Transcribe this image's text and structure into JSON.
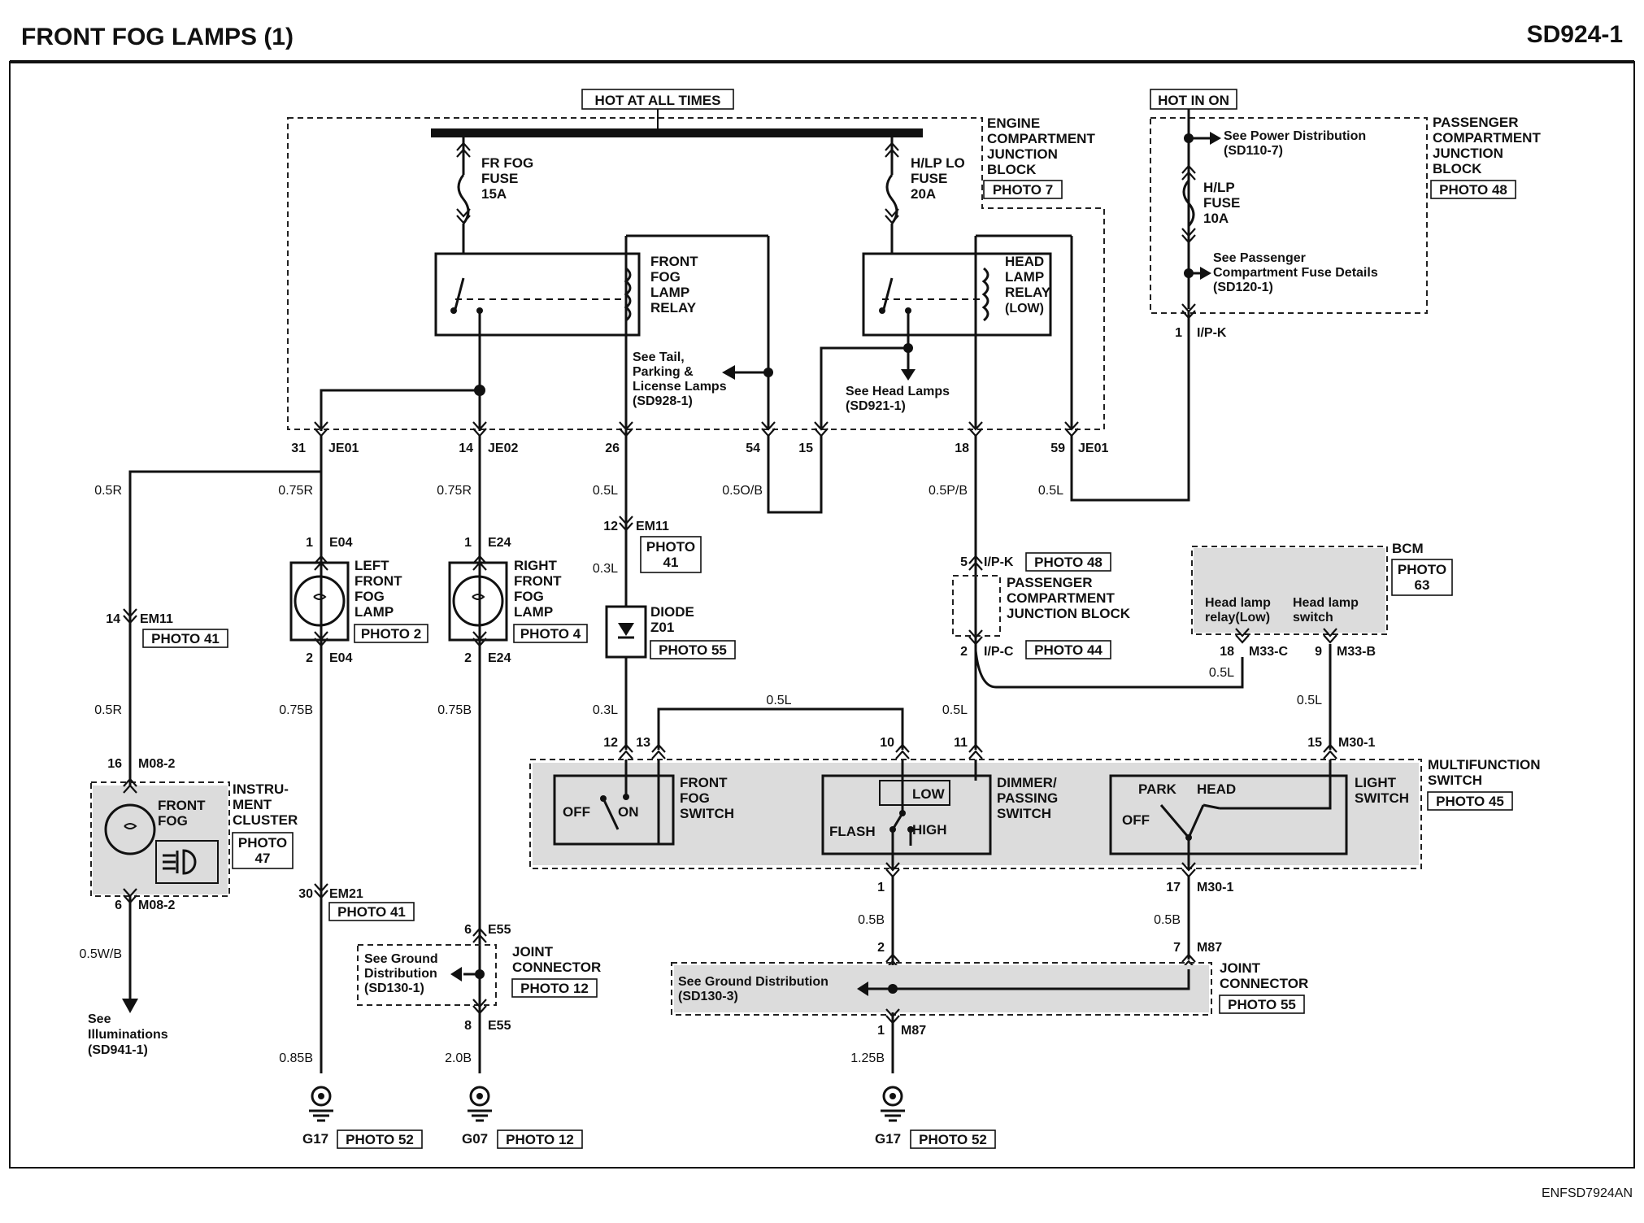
{
  "title": "FRONT FOG LAMPS (1)",
  "code": "SD924-1",
  "footer_code": "ENFSD7924AN",
  "tags": {
    "hot_at_all_times": "HOT AT ALL TIMES",
    "hot_in_on": "HOT IN ON"
  },
  "blocks": {
    "engine_jb": [
      "ENGINE",
      "COMPARTMENT",
      "JUNCTION",
      "BLOCK"
    ],
    "passenger_jb": [
      "PASSENGER",
      "COMPARTMENT",
      "JUNCTION",
      "BLOCK"
    ],
    "passenger_jb_mid": [
      "PASSENGER",
      "COMPARTMENT",
      "JUNCTION BLOCK"
    ],
    "multifunction": [
      "MULTIFUNCTION",
      "SWITCH"
    ],
    "bcm": "BCM",
    "cluster": [
      "INSTRU-",
      "MENT",
      "CLUSTER"
    ],
    "joint_connector": [
      "JOINT",
      "CONNECTOR"
    ]
  },
  "fuses": {
    "fr_fog": [
      "FR FOG",
      "FUSE",
      "15A"
    ],
    "hlp_lo": [
      "H/LP LO",
      "FUSE",
      "20A"
    ],
    "hlp": [
      "H/LP",
      "FUSE",
      "10A"
    ]
  },
  "relays": {
    "fog": [
      "FRONT",
      "FOG",
      "LAMP",
      "RELAY"
    ],
    "head": [
      "HEAD",
      "LAMP",
      "RELAY",
      "(LOW)"
    ]
  },
  "lamps": {
    "left": [
      "LEFT",
      "FRONT",
      "FOG",
      "LAMP"
    ],
    "right": [
      "RIGHT",
      "FRONT",
      "FOG",
      "LAMP"
    ]
  },
  "diode": [
    "DIODE",
    "Z01"
  ],
  "refs": {
    "power_dist": [
      "See Power Distribution",
      "(SD110-7)"
    ],
    "pass_fuse": [
      "See Passenger",
      "Compartment Fuse Details",
      "(SD120-1)"
    ],
    "tail": [
      "See Tail,",
      "Parking &",
      "License Lamps",
      "(SD928-1)"
    ],
    "head_lamps": [
      "See Head Lamps",
      "(SD921-1)"
    ],
    "illum": [
      "See",
      "Illuminations",
      "(SD941-1)"
    ],
    "ground1": [
      "See Ground",
      "Distribution",
      "(SD130-1)"
    ],
    "ground3": [
      "See Ground Distribution",
      "(SD130-3)"
    ]
  },
  "switches": {
    "fog": {
      "name": [
        "FRONT",
        "FOG",
        "SWITCH"
      ],
      "off": "OFF",
      "on": "ON"
    },
    "dimmer": {
      "name": [
        "DIMMER/",
        "PASSING",
        "SWITCH"
      ],
      "low": "LOW",
      "high": "HIGH",
      "flash": "FLASH"
    },
    "light": {
      "name": [
        "LIGHT",
        "SWITCH"
      ],
      "park": "PARK",
      "head": "HEAD",
      "off": "OFF"
    }
  },
  "bcm_pins": {
    "relay": [
      "Head lamp",
      "relay(Low)"
    ],
    "switch": [
      "Head lamp",
      "switch"
    ]
  },
  "cluster_label": [
    "FRONT",
    "FOG"
  ],
  "photos": {
    "p7": "PHOTO 7",
    "p48": "PHOTO 48",
    "p41": "PHOTO 41",
    "p2": "PHOTO 2",
    "p4": "PHOTO 4",
    "p55": "PHOTO 55",
    "p44": "PHOTO 44",
    "p45": "PHOTO 45",
    "p12": "PHOTO 12",
    "p52": "PHOTO 52",
    "p47": [
      "PHOTO",
      "47"
    ],
    "p63": [
      "PHOTO",
      "63"
    ],
    "p41b": [
      "PHOTO",
      "41"
    ]
  },
  "connectors": {
    "JE01": "JE01",
    "JE02": "JE02",
    "EM11": "EM11",
    "E04": "E04",
    "E24": "E24",
    "M08_2": "M08-2",
    "EM21": "EM21",
    "E55": "E55",
    "G17": "G17",
    "G07": "G07",
    "IPK": "I/P-K",
    "IPC": "I/P-C",
    "M33C": "M33-C",
    "M33B": "M33-B",
    "M30_1": "M30-1",
    "M87": "M87"
  },
  "pins": {
    "p31": "31",
    "p14": "14",
    "p26": "26",
    "p54": "54",
    "p15": "15",
    "p18": "18",
    "p59": "59",
    "p1": "1",
    "p2": "2",
    "p12": "12",
    "p13": "13",
    "p10": "10",
    "p11": "11",
    "p5": "5",
    "p16": "16",
    "p6": "6",
    "p30": "30",
    "p8": "8",
    "p9": "9",
    "p17": "17",
    "p7": "7"
  },
  "wires": {
    "r05": "0.5R",
    "r075": "0.75R",
    "l05": "0.5L",
    "l03": "0.3L",
    "ob05": "0.5O/B",
    "pb05": "0.5P/B",
    "b075": "0.75B",
    "wb05": "0.5W/B",
    "b085": "0.85B",
    "b20": "2.0B",
    "b05": "0.5B",
    "b125": "1.25B"
  }
}
